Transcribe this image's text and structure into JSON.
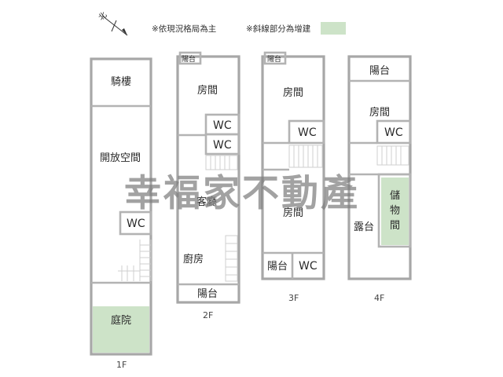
{
  "compass": {
    "north_label": "北"
  },
  "notes": {
    "layout_note": "※依現況格局為主",
    "hatch_note": "※斜線部分為增建",
    "added_color": "#cde3c8"
  },
  "watermark": "幸福家不動產",
  "floors": {
    "f1": {
      "label": "1F",
      "rooms": {
        "arcade": "騎樓",
        "open_space": "開放空間",
        "wc": "WC",
        "courtyard": "庭院"
      }
    },
    "f2": {
      "label": "2F",
      "rooms": {
        "balcony_top": "陽台",
        "bedroom": "房間",
        "wc_1": "WC",
        "wc_2": "WC",
        "living": "客廳",
        "kitchen": "廚房",
        "balcony_bottom": "陽台"
      }
    },
    "f3": {
      "label": "3F",
      "rooms": {
        "balcony_top": "陽台",
        "bedroom_1": "房間",
        "wc_1": "WC",
        "bedroom_2": "房間",
        "balcony_bottom": "陽台",
        "wc_2": "WC"
      }
    },
    "f4": {
      "label": "4F",
      "rooms": {
        "balcony": "陽台",
        "bedroom": "房間",
        "wc": "WC",
        "terrace": "露台",
        "storage_1": "儲",
        "storage_2": "物",
        "storage_3": "間"
      }
    }
  }
}
